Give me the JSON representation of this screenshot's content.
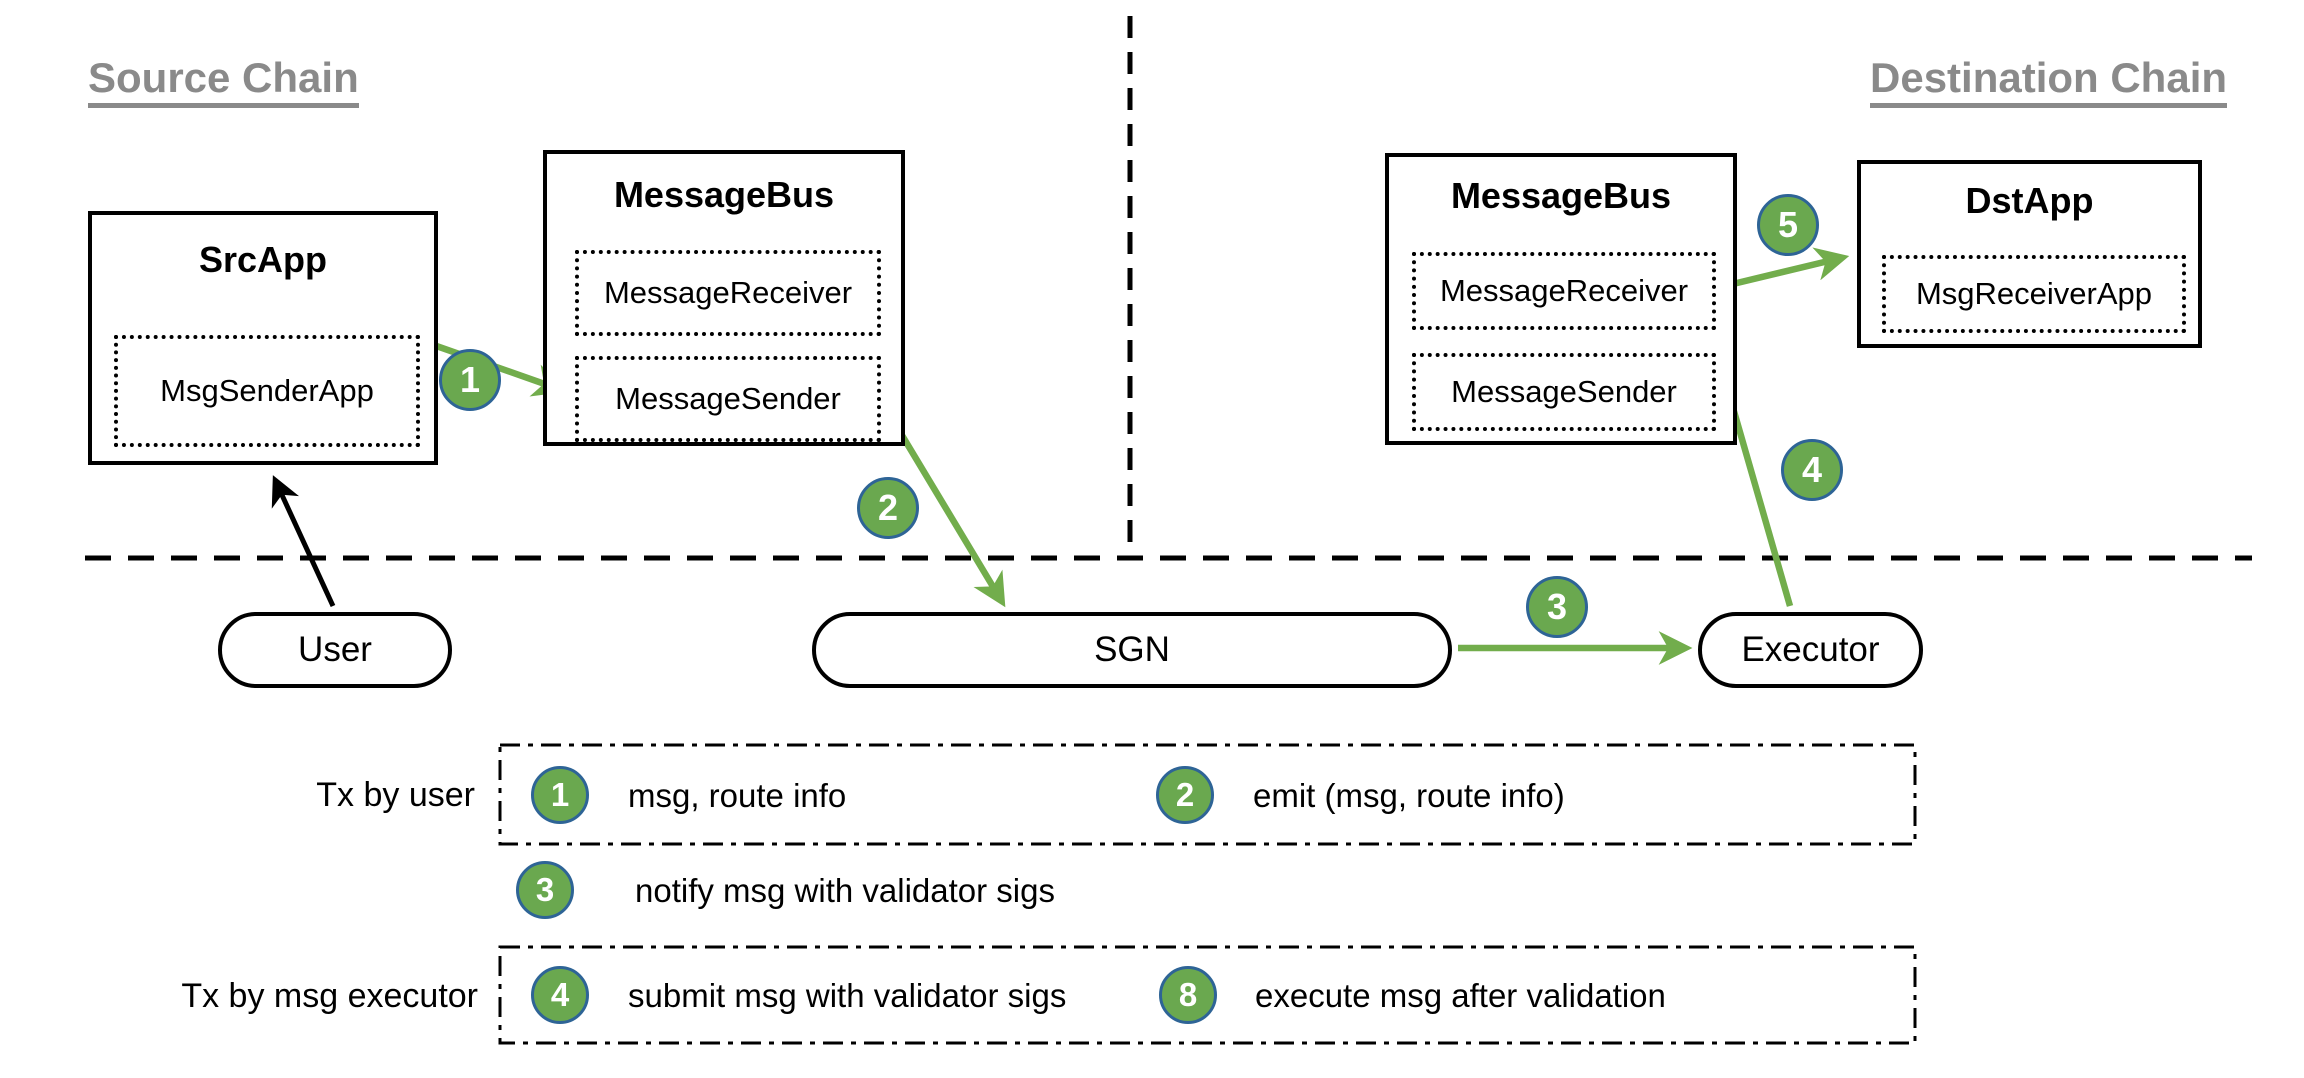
{
  "colors": {
    "green": "#6aa84f",
    "green_arrow": "#72ad4c",
    "circle_border": "#2e6496",
    "heading_gray": "#8a8a8a",
    "ink": "#000000"
  },
  "headings": {
    "source": "Source Chain",
    "destination": "Destination Chain"
  },
  "boxes": {
    "src_app": {
      "title": "SrcApp",
      "modules": [
        "MsgSenderApp"
      ]
    },
    "message_bus_src": {
      "title": "MessageBus",
      "modules": [
        "MessageReceiver",
        "MessageSender"
      ]
    },
    "message_bus_dst": {
      "title": "MessageBus",
      "modules": [
        "MessageReceiver",
        "MessageSender"
      ]
    },
    "dst_app": {
      "title": "DstApp",
      "modules": [
        "MsgReceiverApp"
      ]
    }
  },
  "nodes": {
    "user": "User",
    "sgn": "SGN",
    "executor": "Executor"
  },
  "markers": {
    "m1": "1",
    "m2": "2",
    "m3": "3",
    "m4": "4",
    "m5": "5"
  },
  "legend": {
    "row1_label": "Tx by user",
    "row2_label": "Tx by msg executor",
    "items": [
      {
        "num": "1",
        "text": "msg, route info"
      },
      {
        "num": "2",
        "text": "emit (msg, route info)"
      },
      {
        "num": "3",
        "text": "notify msg with validator sigs"
      },
      {
        "num": "4",
        "text": "submit msg with validator sigs"
      },
      {
        "num": "8",
        "text": "execute msg after validation"
      }
    ]
  }
}
